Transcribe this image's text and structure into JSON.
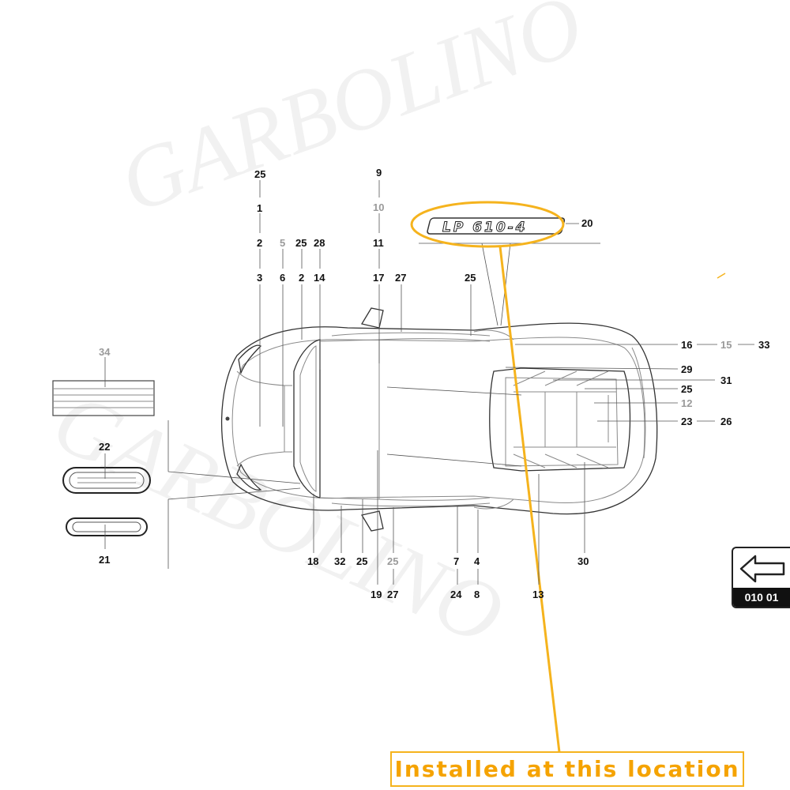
{
  "diagram": {
    "watermark_text": "GARBOLINO",
    "badge_text": "LP 610-4",
    "nav_code": "010 01",
    "install_note": "Installed at this location",
    "highlight_color": "#f5b31d",
    "callouts": {
      "c25a": "25",
      "c1": "1",
      "c2a": "2",
      "c3": "3",
      "c5": "5",
      "c25b": "25",
      "c28": "28",
      "c6": "6",
      "c2b": "2",
      "c14": "14",
      "c9": "9",
      "c10": "10",
      "c11": "11",
      "c17": "17",
      "c27a": "27",
      "c25c": "25",
      "c20": "20",
      "c16": "16",
      "c15": "15",
      "c33": "33",
      "c29": "29",
      "c31": "31",
      "c25d": "25",
      "c12": "12",
      "c23": "23",
      "c26": "26",
      "c34": "34",
      "c22": "22",
      "c21": "21",
      "c18": "18",
      "c32": "32",
      "c25e": "25",
      "c25f": "25",
      "c7": "7",
      "c4": "4",
      "c30": "30",
      "c19": "19",
      "c27b": "27",
      "c24": "24",
      "c8": "8",
      "c13": "13"
    }
  }
}
